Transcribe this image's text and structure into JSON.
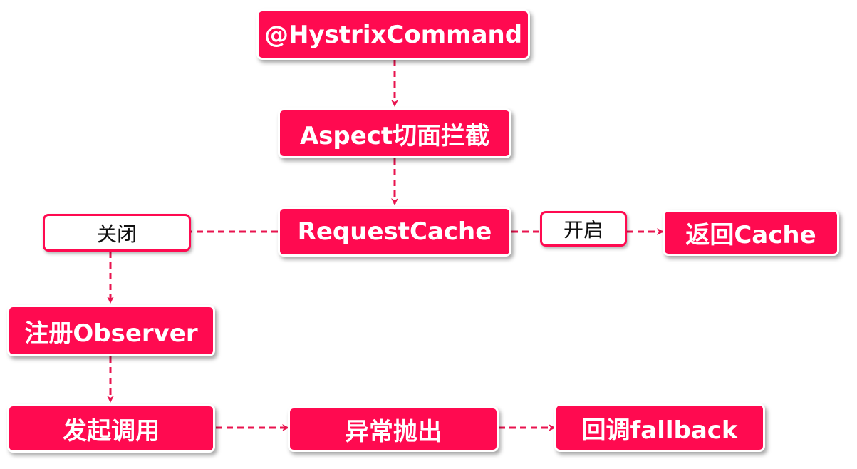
{
  "nodes": {
    "hystrix_command": "@HystrixCommand",
    "aspect": "Aspect切面拦截",
    "request_cache": "RequestCache",
    "return_cache": "返回Cache",
    "register_observer": "注册Observer",
    "invoke": "发起调用",
    "exception": "异常抛出",
    "fallback": "回调fallback"
  },
  "labels": {
    "closed": "关闭",
    "opened": "开启"
  },
  "colors": {
    "node_fill": "#ff0a50",
    "connector": "#e8144f",
    "label_border": "#ff0a50"
  }
}
